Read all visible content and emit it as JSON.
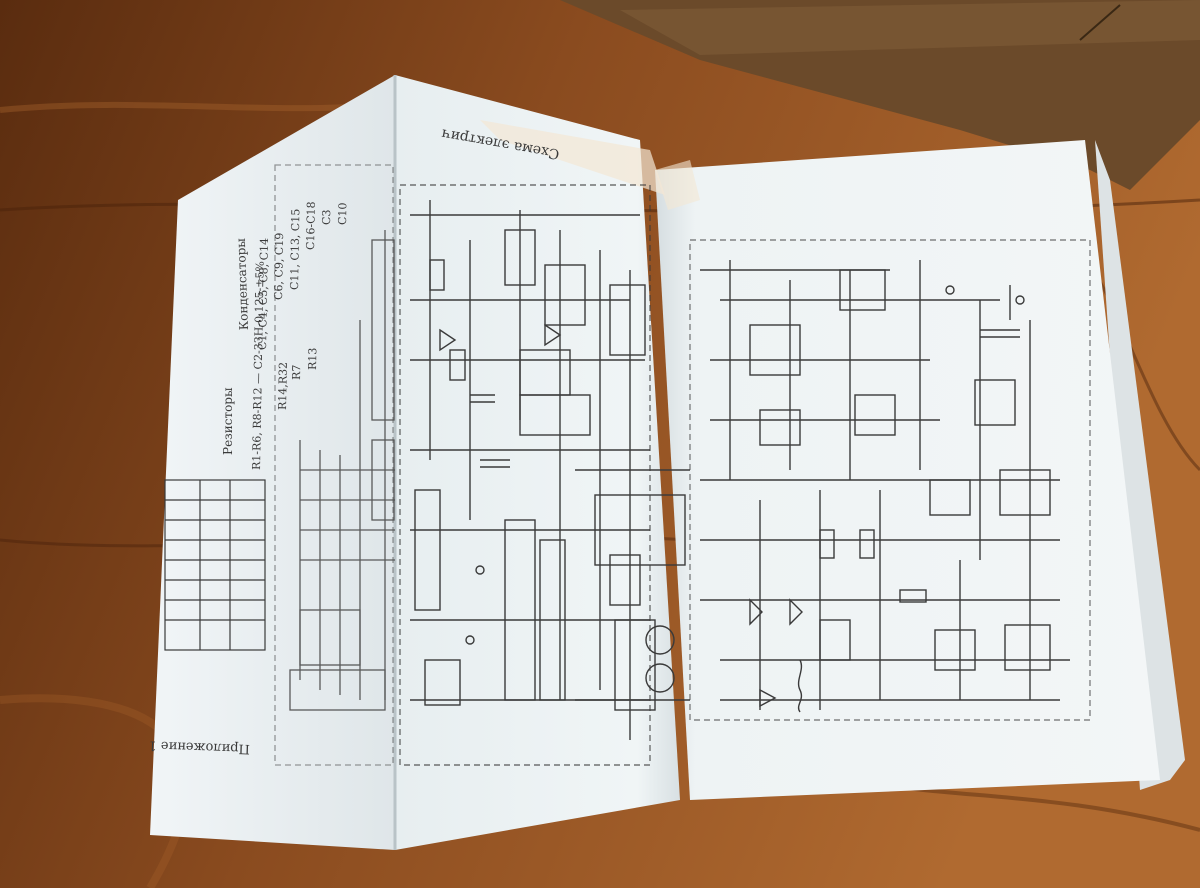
{
  "scene": {
    "description_free": true,
    "palette": {
      "wood_dark": "#5a2c0f",
      "wood_mid": "#8a4b1f",
      "wood_light": "#b06a30",
      "paper": "#eef3f4",
      "paper_shadow": "#c9d2d6",
      "ink": "#2f2f2f",
      "folder": "#6b4a2a"
    }
  },
  "booklet": {
    "flap": {
      "caption": "Приложение 1",
      "legend_title": "Резисторы",
      "legend_sub": "Конденсаторы",
      "resistor_lines": [
        "R1-R6, R8-R12 — C2-33H-0,125-±5%",
        "R7",
        "R14,R32",
        "R13"
      ],
      "capacitor_lines": [
        "C1, C4, C5, C8, C14",
        "C6, C9, C19",
        "C11, C13, C15",
        "C16-C18",
        "C3",
        "C10"
      ]
    },
    "left_page": {
      "heading": "Схема электрич"
    },
    "right_page": {
      "heading": ""
    }
  }
}
